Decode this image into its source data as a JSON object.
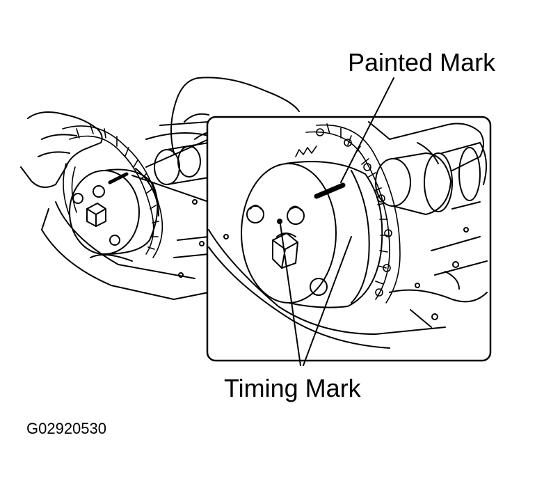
{
  "labels": {
    "painted_mark": "Painted Mark",
    "timing_mark": "Timing Mark",
    "figure_code": "G02920530"
  },
  "colors": {
    "ink": "#000000",
    "paper": "#ffffff"
  }
}
